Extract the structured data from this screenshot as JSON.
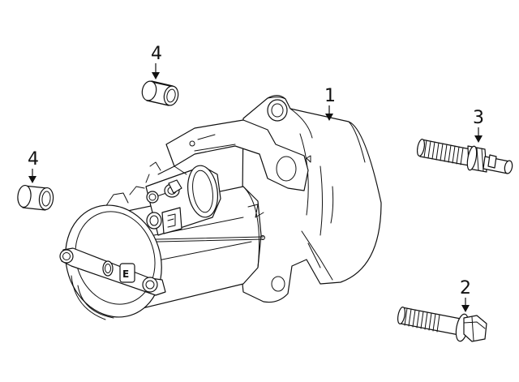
{
  "callouts": [
    {
      "id": "1",
      "part": "starter-motor"
    },
    {
      "id": "2",
      "part": "bolt"
    },
    {
      "id": "3",
      "part": "stud-bolt"
    },
    {
      "id": "4",
      "part": "dowel-sleeve"
    },
    {
      "id": "4",
      "part": "dowel-sleeve"
    }
  ],
  "starter_markings": [
    "E"
  ]
}
